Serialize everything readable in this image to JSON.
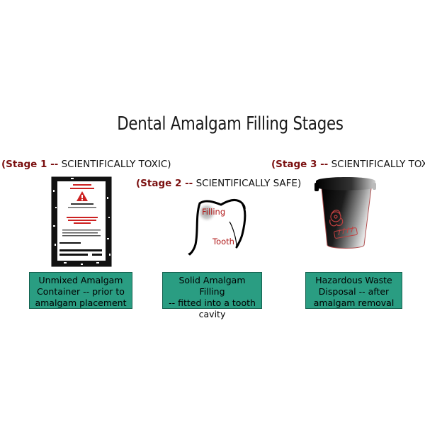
{
  "title": "Dental Amalgam Filling Stages",
  "stages": [
    {
      "accent": "(Stage 1 --",
      "text": "SCIENTIFICALLY TOXIC)",
      "caption": [
        "Unmixed Amalgam",
        "Container -- prior to",
        "amalgam placement"
      ]
    },
    {
      "accent": "(Stage 2 --",
      "text": "SCIENTIFICALLY SAFE)",
      "caption": [
        "Solid Amalgam Filling",
        "-- fitted into a tooth",
        "cavity"
      ],
      "labels": {
        "filling": "Filling",
        "tooth": "Tooth"
      }
    },
    {
      "accent": "(Stage 3 --",
      "text": "SCIENTIFICALLY TOXIC)",
      "caption": [
        "Hazardous Waste",
        "Disposal -- after",
        "amalgam removal"
      ]
    }
  ],
  "colors": {
    "accent": "#7a0f0f",
    "caption_bg": "#2a9d82",
    "label_red": "#b01818"
  }
}
